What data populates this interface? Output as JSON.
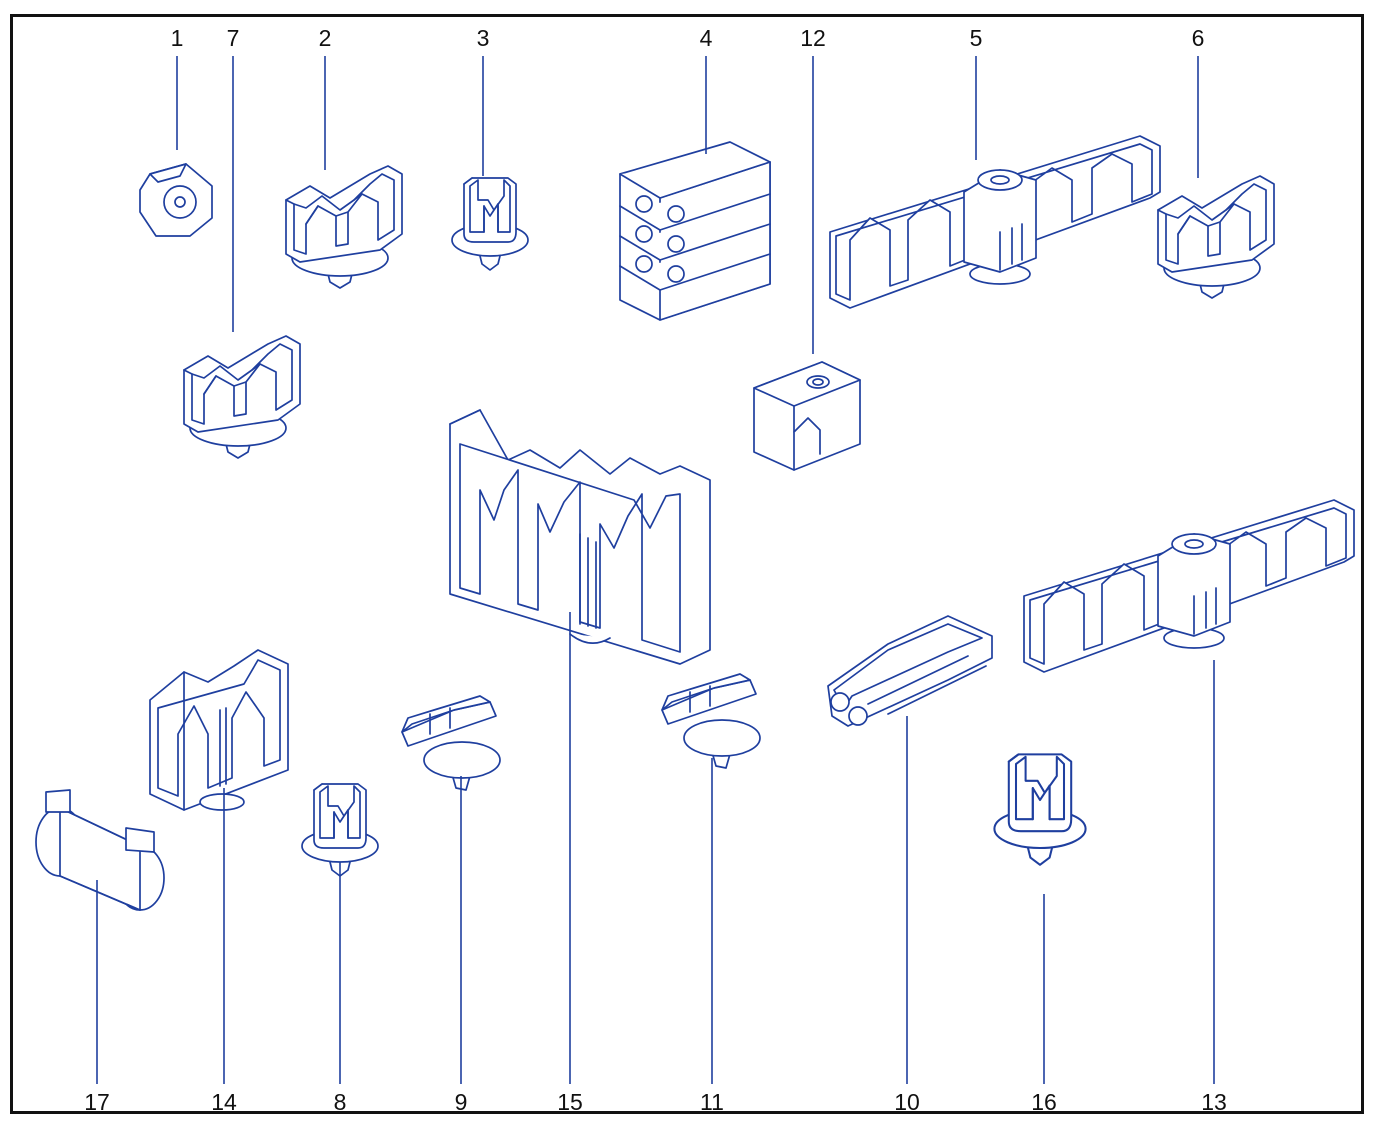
{
  "diagram": {
    "callouts": [
      {
        "id": "p1",
        "label": "1"
      },
      {
        "id": "p2",
        "label": "2"
      },
      {
        "id": "p3",
        "label": "3"
      },
      {
        "id": "p4",
        "label": "4"
      },
      {
        "id": "p5",
        "label": "5"
      },
      {
        "id": "p6",
        "label": "6"
      },
      {
        "id": "p7",
        "label": "7"
      },
      {
        "id": "p8",
        "label": "8"
      },
      {
        "id": "p9",
        "label": "9"
      },
      {
        "id": "p10",
        "label": "10"
      },
      {
        "id": "p11",
        "label": "11"
      },
      {
        "id": "p12",
        "label": "12"
      },
      {
        "id": "p13",
        "label": "13"
      },
      {
        "id": "p14",
        "label": "14"
      },
      {
        "id": "p15",
        "label": "15"
      },
      {
        "id": "p16",
        "label": "16"
      },
      {
        "id": "p17",
        "label": "17"
      }
    ],
    "colors": {
      "line": "#1f3f9f",
      "frame": "#111111",
      "shade": "#e3e9f7"
    }
  }
}
